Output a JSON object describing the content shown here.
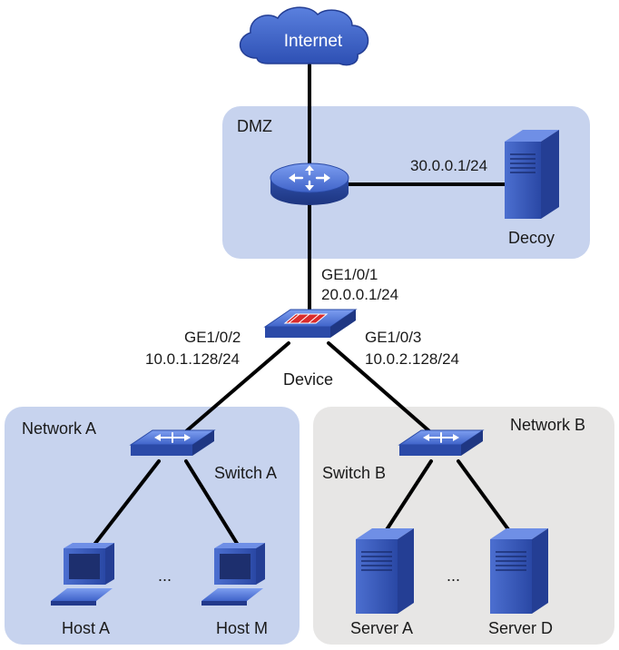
{
  "internet": {
    "label": "Internet"
  },
  "zones": {
    "dmz": {
      "label": "DMZ"
    },
    "network_a": {
      "label": "Network A"
    },
    "network_b": {
      "label": "Network B"
    }
  },
  "decoy": {
    "label": "Decoy",
    "ip": "30.0.0.1/24"
  },
  "device": {
    "label": "Device",
    "ge1_port": "GE1/0/1",
    "ge1_ip": "20.0.0.1/24",
    "ge2_port": "GE1/0/2",
    "ge2_ip": "10.0.1.128/24",
    "ge3_port": "GE1/0/3",
    "ge3_ip": "10.0.2.128/24"
  },
  "switch_a": {
    "label": "Switch A"
  },
  "switch_b": {
    "label": "Switch B"
  },
  "hosts": {
    "first": "Host A",
    "last": "Host M",
    "ellipsis": "..."
  },
  "servers": {
    "first": "Server A",
    "last": "Server D",
    "ellipsis": "..."
  },
  "colors": {
    "zone_blue": "#c7d3ee",
    "zone_gray": "#e7e6e5",
    "cloud": "#3a5fc0",
    "device_blue": "#5b7fd9",
    "firewall_red": "#d92b2b"
  }
}
